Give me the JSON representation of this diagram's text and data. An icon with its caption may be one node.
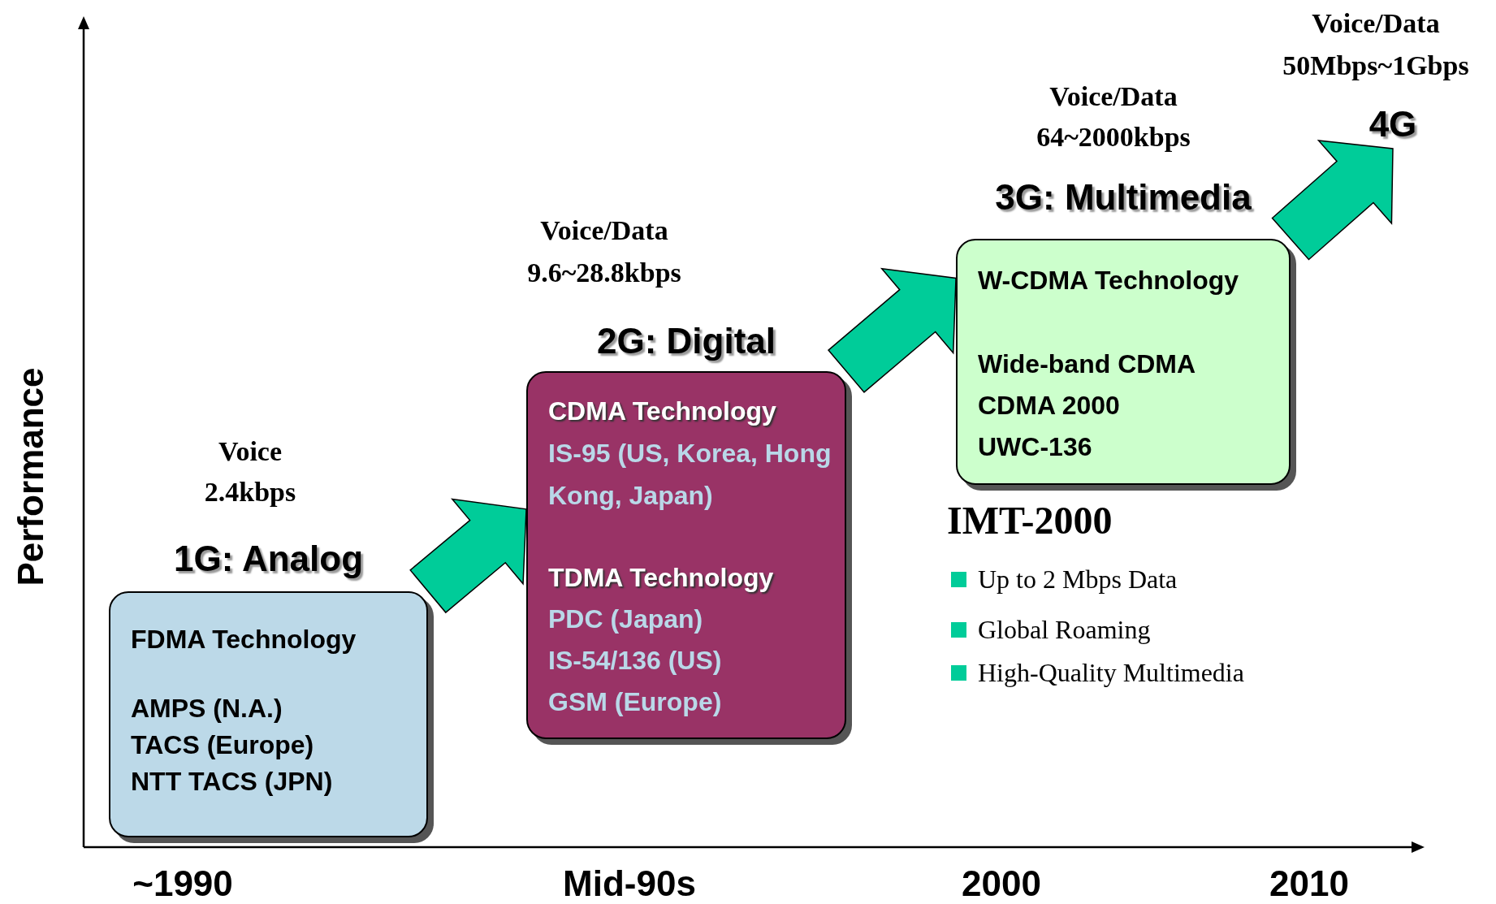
{
  "diagram": {
    "nodes": [
      {
        "text": [
          "1G: Analog",
          "FDMA Technology",
          "AMPS (N.A.)",
          "TACS (Europe)",
          "NTT TACS (JPN)"
        ],
        "beside": [
          "Voice 2.4kbps"
        ]
      },
      {
        "text": [
          "2G: Digital",
          "CDMA Technology",
          "IS-95 (US, Korea, Hong Kong, Japan)",
          "TDMA Technology",
          "PDC (Japan)",
          "IS-54/136 (US)",
          "GSM (Europe)"
        ],
        "beside": [
          "Voice/Data 9.6~28.8kbps"
        ]
      },
      {
        "text": [
          "3G: Multimedia",
          "W-CDMA Technology",
          "Wide-band CDMA",
          "CDMA 2000",
          "UWC-136"
        ],
        "beside": [
          "Voice/Data 64~2000kbps"
        ]
      },
      {
        "text": [
          "4G"
        ],
        "beside": [
          "Voice/Data 50Mbps~1Gbps"
        ]
      }
    ],
    "edges": [
      {
        "from": 0,
        "to": 1,
        "arrow": "to"
      },
      {
        "from": 1,
        "to": 2,
        "arrow": "to"
      },
      {
        "from": 2,
        "to": 3,
        "arrow": "to"
      }
    ],
    "labels": [
      "IMT-2000",
      "Up to 2 Mbps Data",
      "Global Roaming",
      "High-Quality Multimedia",
      "Performance",
      "~1990",
      "Mid-90s",
      "2000",
      "2010"
    ]
  }
}
